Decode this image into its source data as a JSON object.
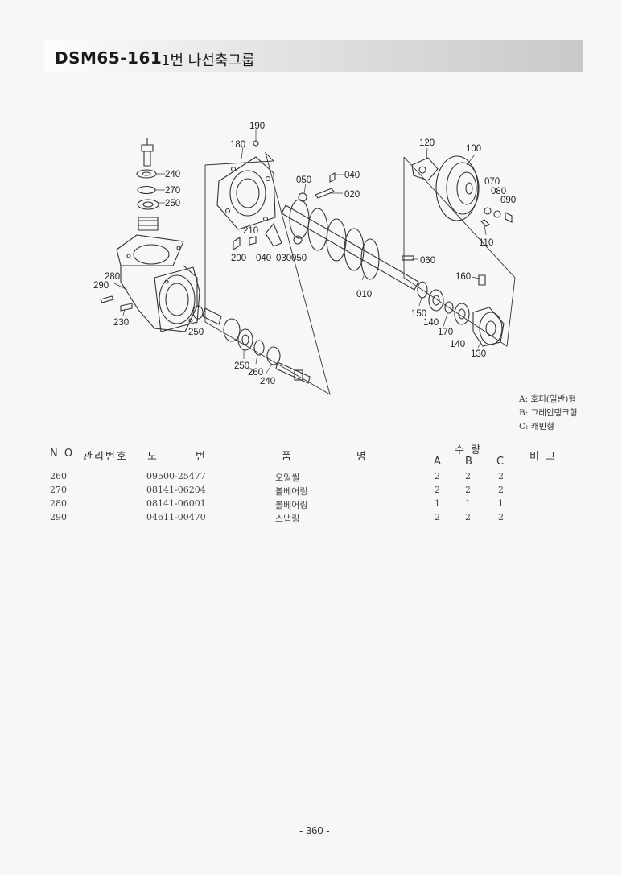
{
  "header": {
    "code": "DSM65-161",
    "title": "1번 나선축그룹"
  },
  "callouts": {
    "c190": "190",
    "c180": "180",
    "c050a": "050",
    "c040a": "040",
    "c020": "020",
    "c210": "210",
    "c200": "200",
    "c040b": "040",
    "c030": "030",
    "c050b": "050",
    "c010": "010",
    "c060": "060",
    "c240a": "240",
    "c270": "270",
    "c250a": "250",
    "c280": "280",
    "c290": "290",
    "c230": "230",
    "c250b": "250",
    "c250c": "250",
    "c260": "260",
    "c240b": "240",
    "c120": "120",
    "c100": "100",
    "c070": "070",
    "c080": "080",
    "c090": "090",
    "c110": "110",
    "c160": "160",
    "c150": "150",
    "c140a": "140",
    "c170": "170",
    "c140b": "140",
    "c130": "130"
  },
  "legend": {
    "a": "A: 호퍼(일반)형",
    "b": "B: 그레인탱크형",
    "c": "C: 캐빈형"
  },
  "table": {
    "headers": {
      "no": "N O",
      "mgmt": "관리번호",
      "drawing_1": "도",
      "drawing_2": "번",
      "part_1": "품",
      "part_2": "명",
      "qty": "수  량",
      "qa": "A",
      "qb": "B",
      "qc": "C",
      "remark": "비    고"
    },
    "rows": [
      {
        "no": "260",
        "drawing": "09500-25477",
        "name": "오일씰",
        "a": "2",
        "b": "2",
        "c": "2"
      },
      {
        "no": "270",
        "drawing": "08141-06204",
        "name": "볼베어링",
        "a": "2",
        "b": "2",
        "c": "2"
      },
      {
        "no": "280",
        "drawing": "08141-06001",
        "name": "볼베어링",
        "a": "1",
        "b": "1",
        "c": "1"
      },
      {
        "no": "290",
        "drawing": "04611-00470",
        "name": "스냅링",
        "a": "2",
        "b": "2",
        "c": "2"
      }
    ]
  },
  "footer": {
    "page_number": "- 360 -"
  }
}
